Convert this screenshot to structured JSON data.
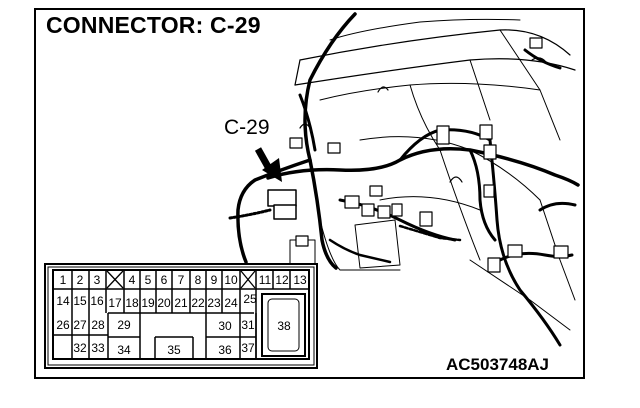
{
  "title": "CONNECTOR: C-29",
  "callout_label": "C-29",
  "reference_code": "AC503748AJ",
  "colors": {
    "ink": "#000000",
    "background": "#ffffff"
  },
  "connector": {
    "row1": [
      "1",
      "2",
      "3",
      "4",
      "5",
      "6",
      "7",
      "8",
      "9",
      "10",
      "11",
      "12",
      "13"
    ],
    "row2": [
      "14",
      "15",
      "16",
      "17",
      "18",
      "19",
      "20",
      "21",
      "22",
      "23",
      "24",
      "25"
    ],
    "row3": [
      "26",
      "27",
      "28",
      "29",
      "30",
      "31",
      "38"
    ],
    "row4": [
      "32",
      "33",
      "34",
      "35",
      "36",
      "37"
    ]
  }
}
